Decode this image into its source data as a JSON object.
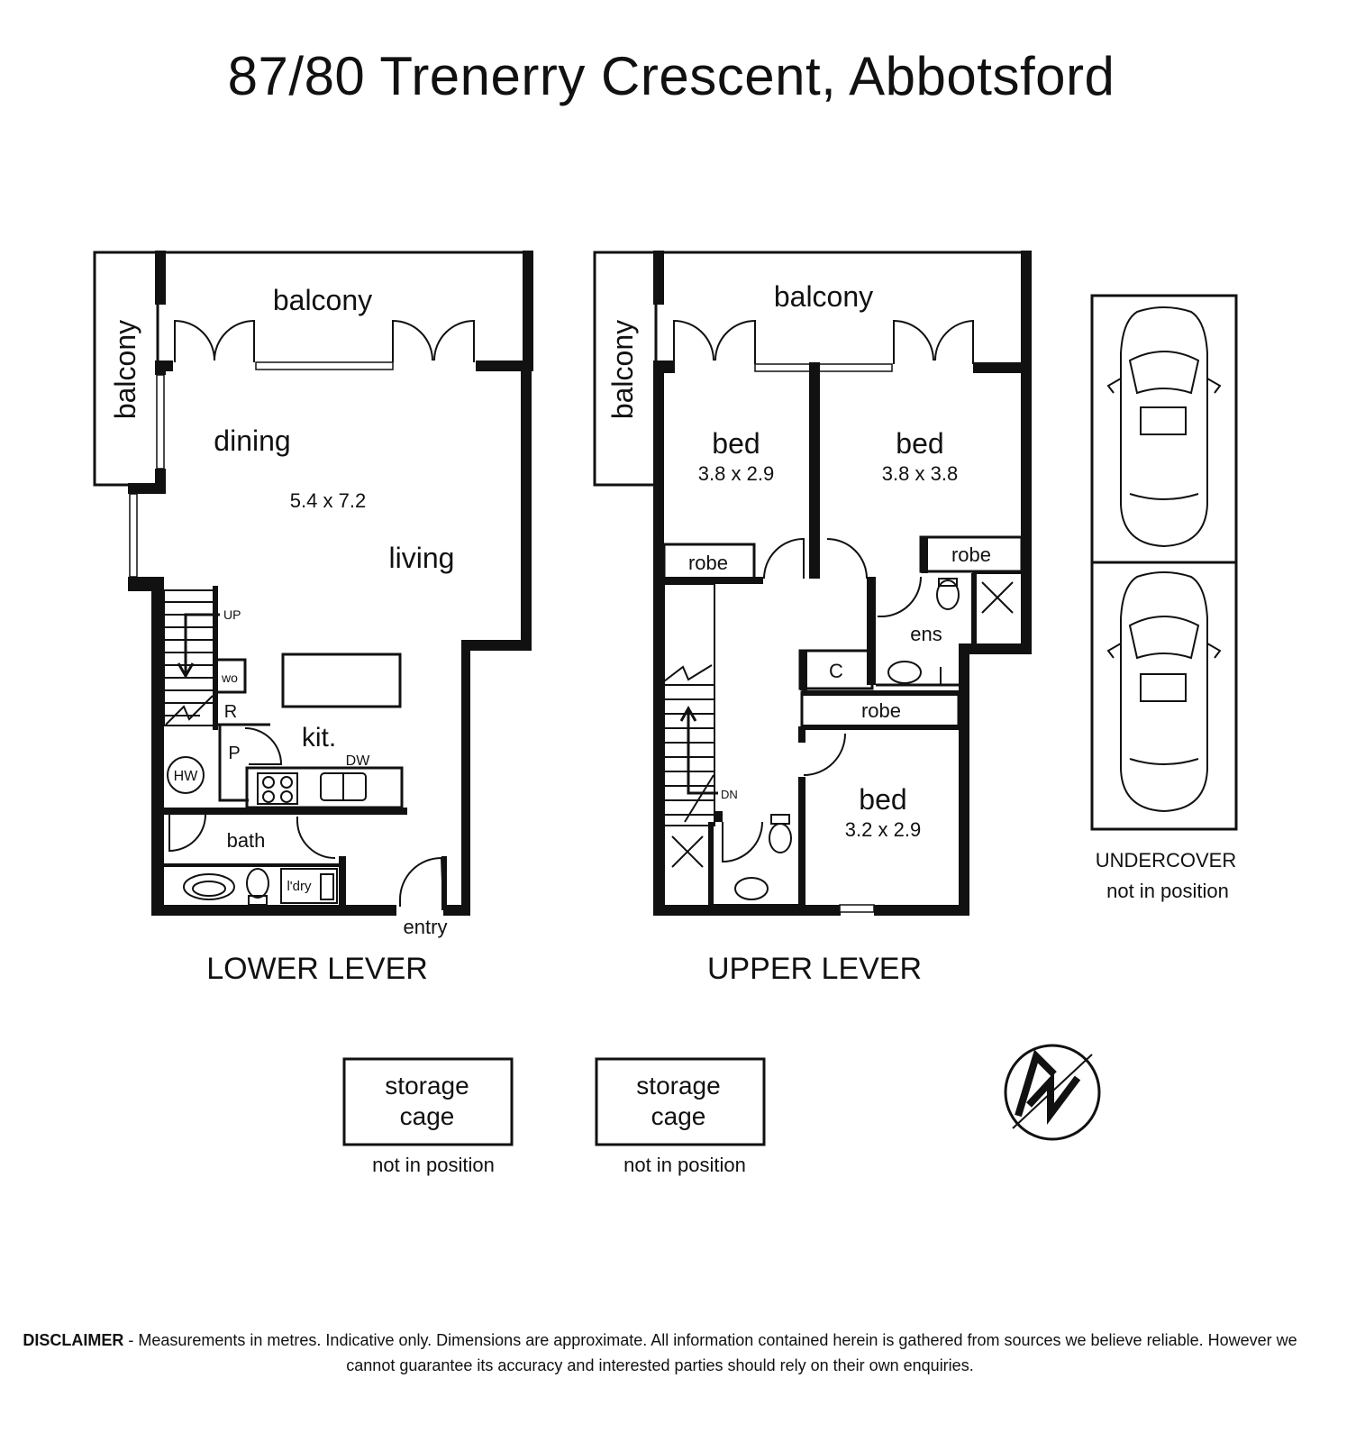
{
  "title": "87/80 Trenerry Crescent, Abbotsford",
  "lower": {
    "balcony_top": "balcony",
    "balcony_side": "balcony",
    "dining": "dining",
    "dining_dims": "5.4 x 7.2",
    "living": "living",
    "kitchen": "kit.",
    "dw": "DW",
    "wo": "wo",
    "r": "R",
    "p": "P",
    "hw": "HW",
    "up": "UP",
    "bath": "bath",
    "laundry": "l'dry",
    "entry": "entry",
    "level": "LOWER LEVER"
  },
  "upper": {
    "balcony_top": "balcony",
    "balcony_side": "balcony",
    "bed1": "bed",
    "bed1_dims": "3.8 x 2.9",
    "bed2": "bed",
    "bed2_dims": "3.8 x 3.8",
    "bed3": "bed",
    "bed3_dims": "3.2 x 2.9",
    "robe1": "robe",
    "robe2": "robe",
    "robe3": "robe",
    "ens": "ens",
    "c": "C",
    "dn": "DN",
    "level": "UPPER LEVER"
  },
  "parking": {
    "line1": "UNDERCOVER",
    "line2": "not in position"
  },
  "storage": [
    {
      "line1": "storage",
      "line2": "cage",
      "note": "not in position"
    },
    {
      "line1": "storage",
      "line2": "cage",
      "note": "not in position"
    }
  ],
  "compass_icon": "north-arrow-icon",
  "disclaimer": {
    "label": "DISCLAIMER",
    "text": " - Measurements in metres. Indicative only. Dimensions are approximate. All information contained herein is gathered from sources we believe reliable. However we cannot guarantee its accuracy and interested parties should rely on their own enquiries."
  }
}
